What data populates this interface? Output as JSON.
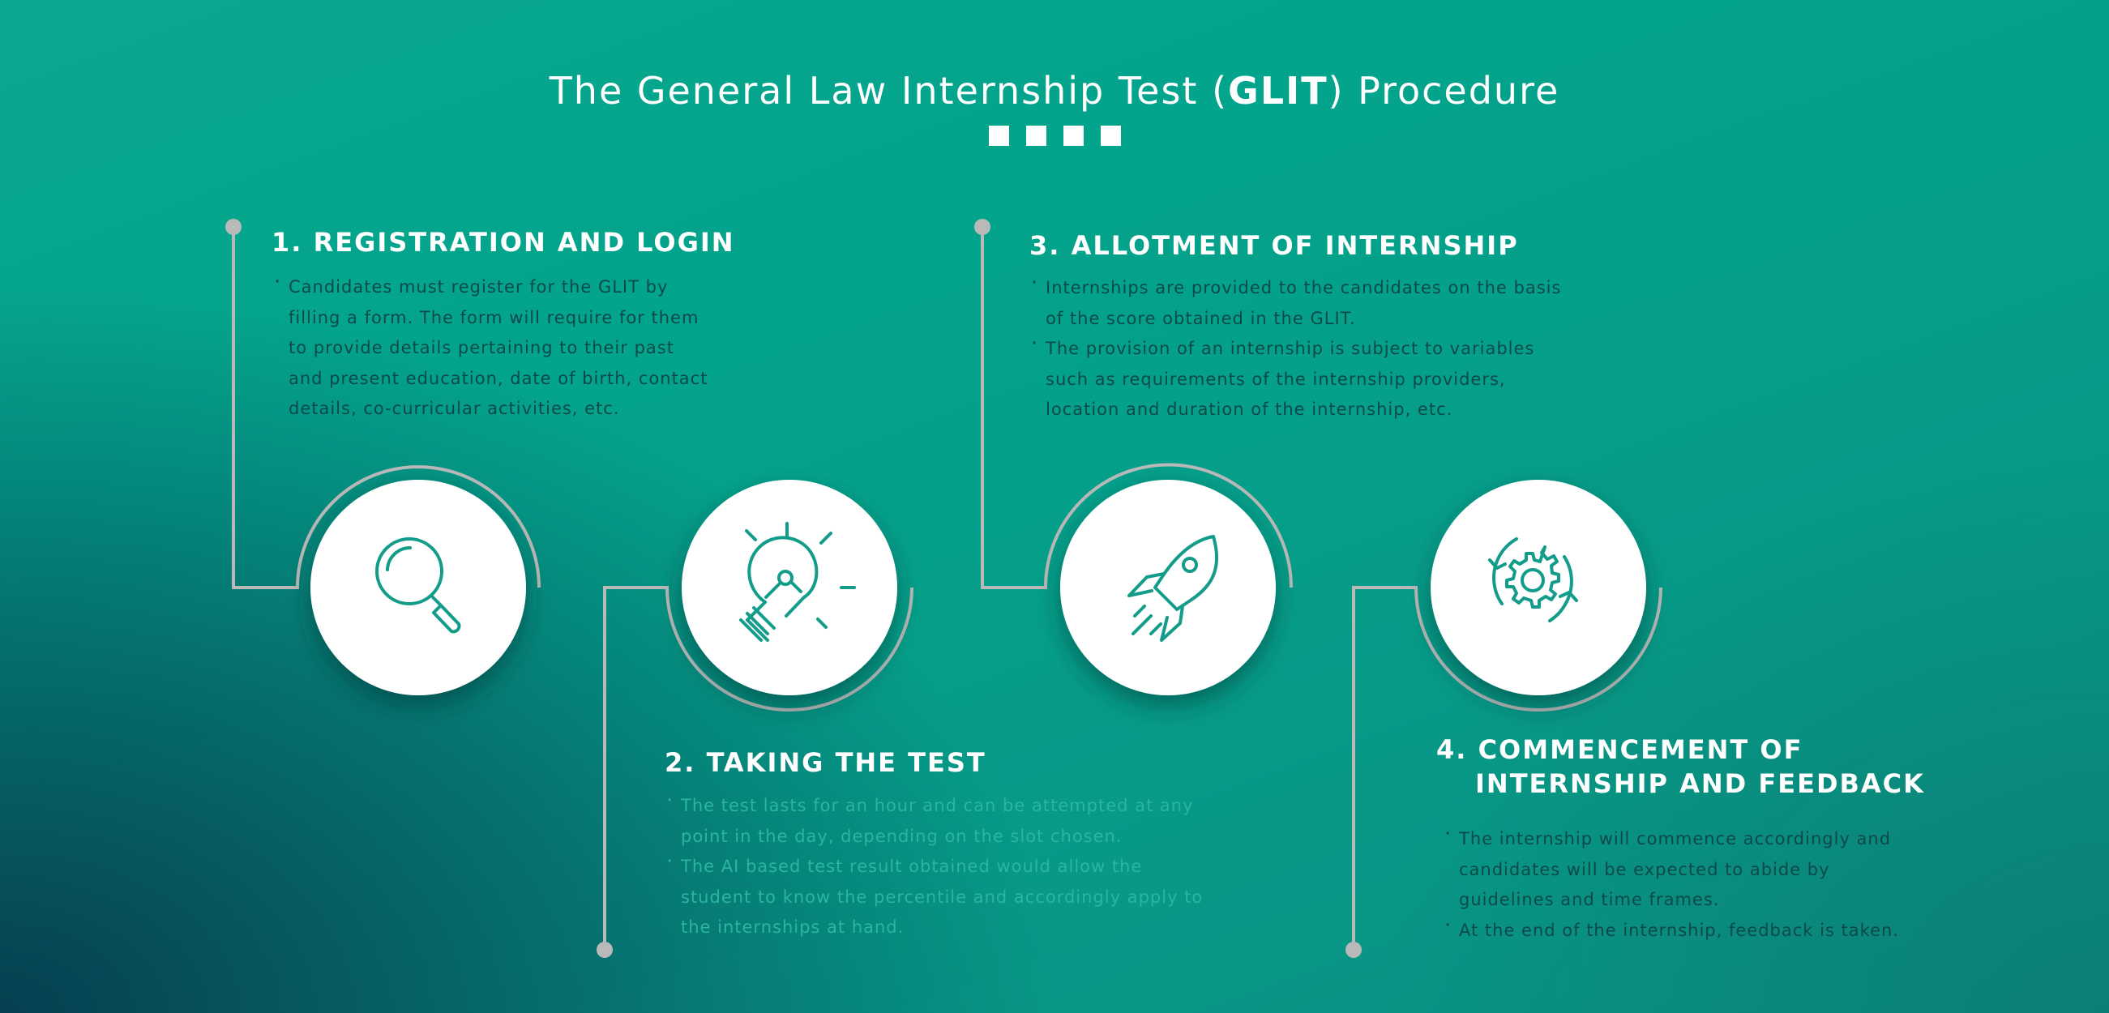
{
  "title": {
    "prefix": "The General Law Internship Test (",
    "strong": "GLIT",
    "suffix": ") Procedure"
  },
  "steps": [
    {
      "heading": "1. REGISTRATION AND LOGIN",
      "icon": "magnifying-glass-icon",
      "bullets": [
        "Candidates must register for the GLIT by filling a form. The form will require for them to provide details pertaining to their past and present education, date of birth, contact details, co-curricular activities, etc."
      ]
    },
    {
      "heading": "2. TAKING THE TEST",
      "icon": "lightbulb-icon",
      "bullets": [
        "The test lasts for an hour and can be attempted at any point in the day, depending on the slot chosen.",
        "The AI based test result obtained would allow the student to know the percentile and accordingly apply to the internships at hand."
      ]
    },
    {
      "heading": "3. ALLOTMENT OF INTERNSHIP",
      "icon": "rocket-icon",
      "bullets": [
        "Internships are provided to the candidates on the basis of the score obtained in the GLIT.",
        "The provision of an internship is subject to variables such as requirements of the internship providers, location and duration of the internship, etc."
      ]
    },
    {
      "heading_line1": "4. COMMENCEMENT OF",
      "heading_line2": "INTERNSHIP AND FEEDBACK",
      "icon": "gear-refresh-icon",
      "bullets": [
        "The internship will commence accordingly and candidates will be expected to abide by guidelines and time frames.",
        "At the end of the internship, feedback is taken."
      ]
    }
  ],
  "colors": {
    "icon": "#139c8a",
    "connector": "#bdbdbd",
    "text_dark": "#0c4a4a",
    "text_light": "#2bb59f"
  }
}
